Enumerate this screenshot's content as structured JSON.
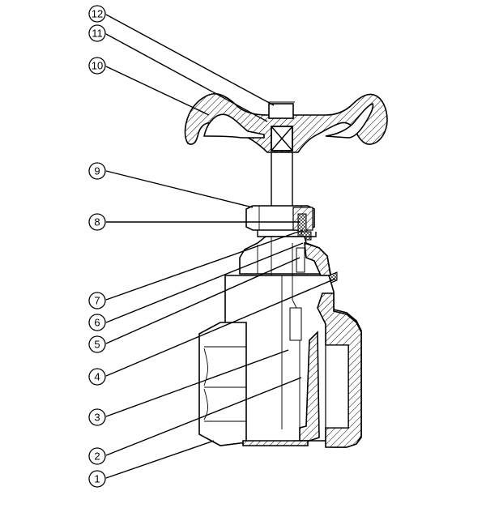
{
  "diagram": {
    "callouts": [
      {
        "id": "12",
        "label": "12"
      },
      {
        "id": "11",
        "label": "11"
      },
      {
        "id": "10",
        "label": "10"
      },
      {
        "id": "9",
        "label": "9"
      },
      {
        "id": "8",
        "label": "8"
      },
      {
        "id": "7",
        "label": "7"
      },
      {
        "id": "6",
        "label": "6"
      },
      {
        "id": "5",
        "label": "5"
      },
      {
        "id": "4",
        "label": "4"
      },
      {
        "id": "3",
        "label": "3"
      },
      {
        "id": "2",
        "label": "2"
      },
      {
        "id": "1",
        "label": "1"
      }
    ]
  }
}
